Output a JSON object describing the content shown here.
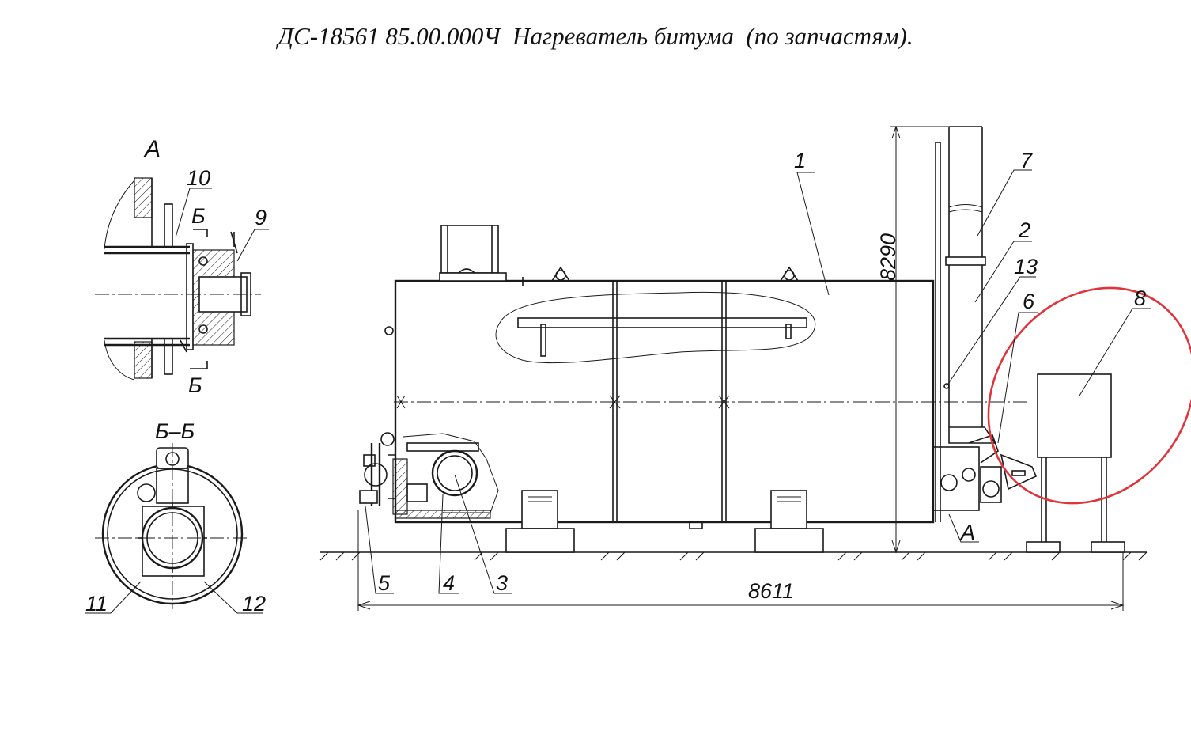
{
  "title": "ДС-18561 85.00.000Ч  Нагреватель битума  (по запчастям).",
  "view_labels": {
    "detail_a": "А",
    "section_bb": "Б–Б",
    "section_mark_top": "Б",
    "section_mark_bottom": "Б",
    "detail_a_ref": "А"
  },
  "dimensions": {
    "height": "8290",
    "length": "8611"
  },
  "part_numbers": {
    "p1": "1",
    "p2": "2",
    "p3": "3",
    "p4": "4",
    "p5": "5",
    "p6": "6",
    "p7": "7",
    "p8": "8",
    "p9": "9",
    "p10": "10",
    "p11": "11",
    "p12": "12",
    "p13": "13"
  },
  "highlight": {
    "color": "#e0333a",
    "target_part": "8"
  }
}
